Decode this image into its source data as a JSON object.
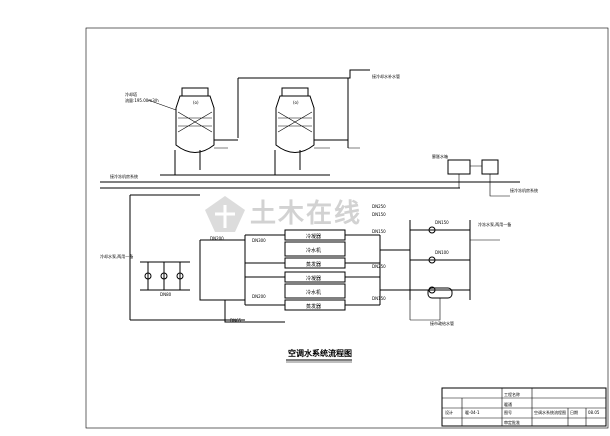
{
  "drawing": {
    "title": "空调水系统流程图",
    "top_right_label": "接冷却水补水管",
    "top_left_label_1": "冷却塔",
    "top_left_label_2": "流量:195.00m3/h",
    "header_label": "接冷冻机房系统",
    "right_label": "接冷冻机房系统",
    "right_tank_label": "膨胀水箱",
    "chiller_labels": [
      "冷凝器",
      "冷水机",
      "蒸发器",
      "冷凝器",
      "冷水机",
      "蒸发器"
    ],
    "pump_label_right": "冷冻水泵,两用一备",
    "pump_label_left": "冷却水泵,两用一备",
    "bottom_label": "接市政给水管",
    "watermark": "土木在线",
    "small_texts": [
      "DN250",
      "DN150",
      "DN200",
      "DN300",
      "DN150",
      "DN250",
      "DN150",
      "DN200",
      "DN150",
      "DN100",
      "DN65",
      "DN80"
    ]
  },
  "titleblock": {
    "project_label": "工程名称",
    "project_name": "暖通",
    "drawing_name": "空调水系统流程图",
    "design_label": "设计",
    "drawing_no_label": "图号",
    "drawing_no": "暖-04-1",
    "date_label": "日期",
    "date": "08.05",
    "check_label": "审核",
    "sheet_label": "图号",
    "sign_label": "审定批准"
  }
}
